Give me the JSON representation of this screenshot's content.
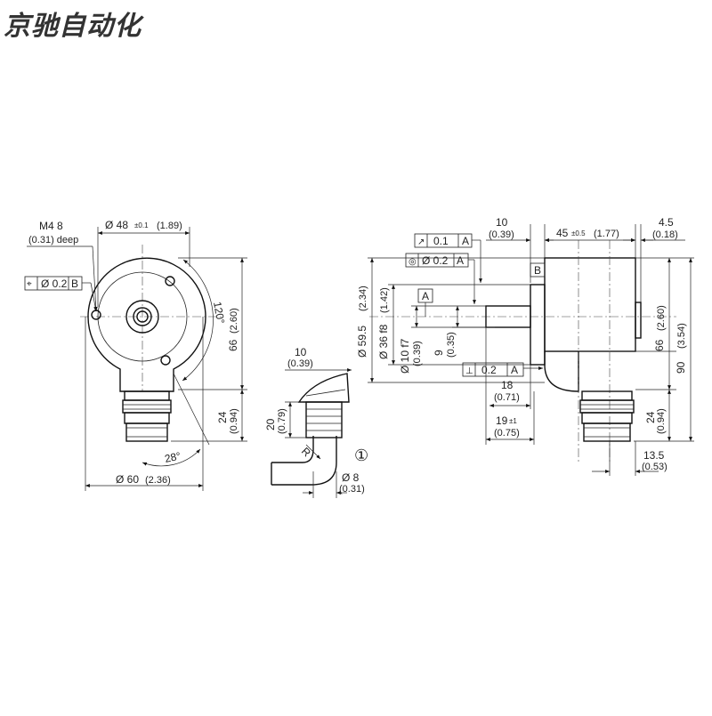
{
  "watermark": "京驰自动化",
  "front_view": {
    "thread": "M4 8",
    "thread_depth": "(0.31) deep",
    "hole_dia": "Ø 48",
    "hole_tol": "±0.1",
    "hole_inch": "(1.89)",
    "position_tol": "Ø 0.2",
    "datum_b": "B",
    "angle_120": "120°",
    "height_66": "66",
    "height_66_in": "(2.60)",
    "height_24": "24",
    "height_24_in": "(0.94)",
    "angle_28": "28°",
    "width_60": "Ø 60",
    "width_60_in": "(2.36)"
  },
  "cable_view": {
    "dim_10": "10",
    "dim_10_in": "(0.39)",
    "dim_20": "20",
    "dim_20_in": "(0.79)",
    "radius": "R",
    "note_marker": "①",
    "dia_8": "Ø 8",
    "dia_8_in": "(0.31)"
  },
  "side_view": {
    "runout": "0.1",
    "runout_datum": "A",
    "conc": "Ø 0.2",
    "conc_datum": "A",
    "datum_a": "A",
    "datum_b": "B",
    "dim_10": "10",
    "dim_10_in": "(0.39)",
    "dim_45": "45",
    "dim_45_tol": "±0.5",
    "dim_45_in": "(1.77)",
    "dim_4_5": "4.5",
    "dim_4_5_in": "(0.18)",
    "dia_59_5": "Ø 59.5",
    "dia_59_5_in": "(2.34)",
    "dia_36": "Ø 36 f8",
    "dia_36_in": "(1.42)",
    "dia_10": "Ø 10 f7",
    "dia_10_in": "(0.39)",
    "dim_9": "9",
    "dim_9_in": "(0.35)",
    "perp": "0.2",
    "perp_datum": "A",
    "dim_18": "18",
    "dim_18_in": "(0.71)",
    "dim_19": "19",
    "dim_19_tol": "±1",
    "dim_19_in": "(0.75)",
    "dim_66": "66",
    "dim_66_in": "(2.60)",
    "dim_90": "90",
    "dim_90_in": "(3.54)",
    "dim_24": "24",
    "dim_24_in": "(0.94)",
    "dim_13_5": "13.5",
    "dim_13_5_in": "(0.53)"
  }
}
